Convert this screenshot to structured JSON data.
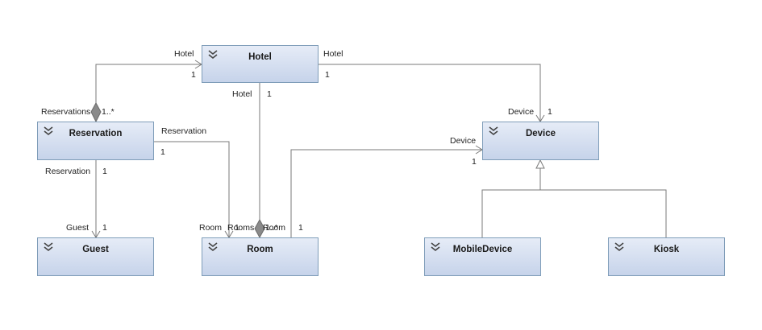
{
  "classes": {
    "hotel": "Hotel",
    "reservation": "Reservation",
    "guest": "Guest",
    "room": "Room",
    "device": "Device",
    "mobile_device": "MobileDevice",
    "kiosk": "Kiosk"
  },
  "labels": {
    "hotel_left_role": "Hotel",
    "hotel_left_mult": "1",
    "reservations_role": "Reservations",
    "reservations_mult": "1..*",
    "hotel_right_role": "Hotel",
    "hotel_right_mult": "1",
    "device_top_role": "Device",
    "device_top_mult": "1",
    "hotel_down_role": "Hotel",
    "hotel_down_mult": "1",
    "reservation_right_role": "Reservation",
    "reservation_right_mult": "1",
    "reservation_down_role": "Reservation",
    "reservation_down_mult": "1",
    "guest_role": "Guest",
    "guest_mult": "1",
    "room_role_left": "Room",
    "room_overlap_mult1": "1",
    "room_overlap_rooms": "Rooms",
    "room_overlap_mult2": "1..*",
    "room_overlap_room": "Room",
    "room_right_mult": "1",
    "device_left_role": "Device",
    "device_left_mult": "1"
  },
  "icons": {
    "collapse": "chevron-double-down-icon",
    "composition": "filled-diamond-icon",
    "arrow": "open-arrow-icon",
    "generalization": "hollow-triangle-icon"
  },
  "colors": {
    "node_top": "#e6ecf7",
    "node_bottom": "#c6d3ea",
    "node_border": "#7f9db9",
    "line": "#7a7a7a",
    "diamond": "#8a8a8a"
  }
}
